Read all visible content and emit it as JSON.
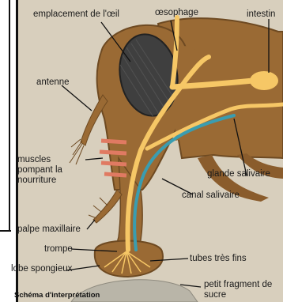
{
  "labels": {
    "eye": "emplacement de l'œil",
    "esophagus": "œsophage",
    "intestine": "intestin",
    "antenna": "antenne",
    "muscles": "muscles pompant la nourriture",
    "salivary_gland": "glande salivaire",
    "salivary_canal": "canal salivaire",
    "maxillary_palp": "palpe maxillaire",
    "proboscis": "trompe",
    "tubes": "tubes très fins",
    "spongy_lobe": "lobe spongieux",
    "sugar": "petit fragment de sucre"
  },
  "caption": "Schéma d'interprétation",
  "colors": {
    "body": "#9a6a34",
    "body_dark": "#6e4a22",
    "digestive": "#f6c766",
    "salivary": "#3a9db0",
    "muscle": "#e07a62",
    "eye": "#3f3f3f",
    "background": "#d8cfbd",
    "frame": "#111111"
  }
}
